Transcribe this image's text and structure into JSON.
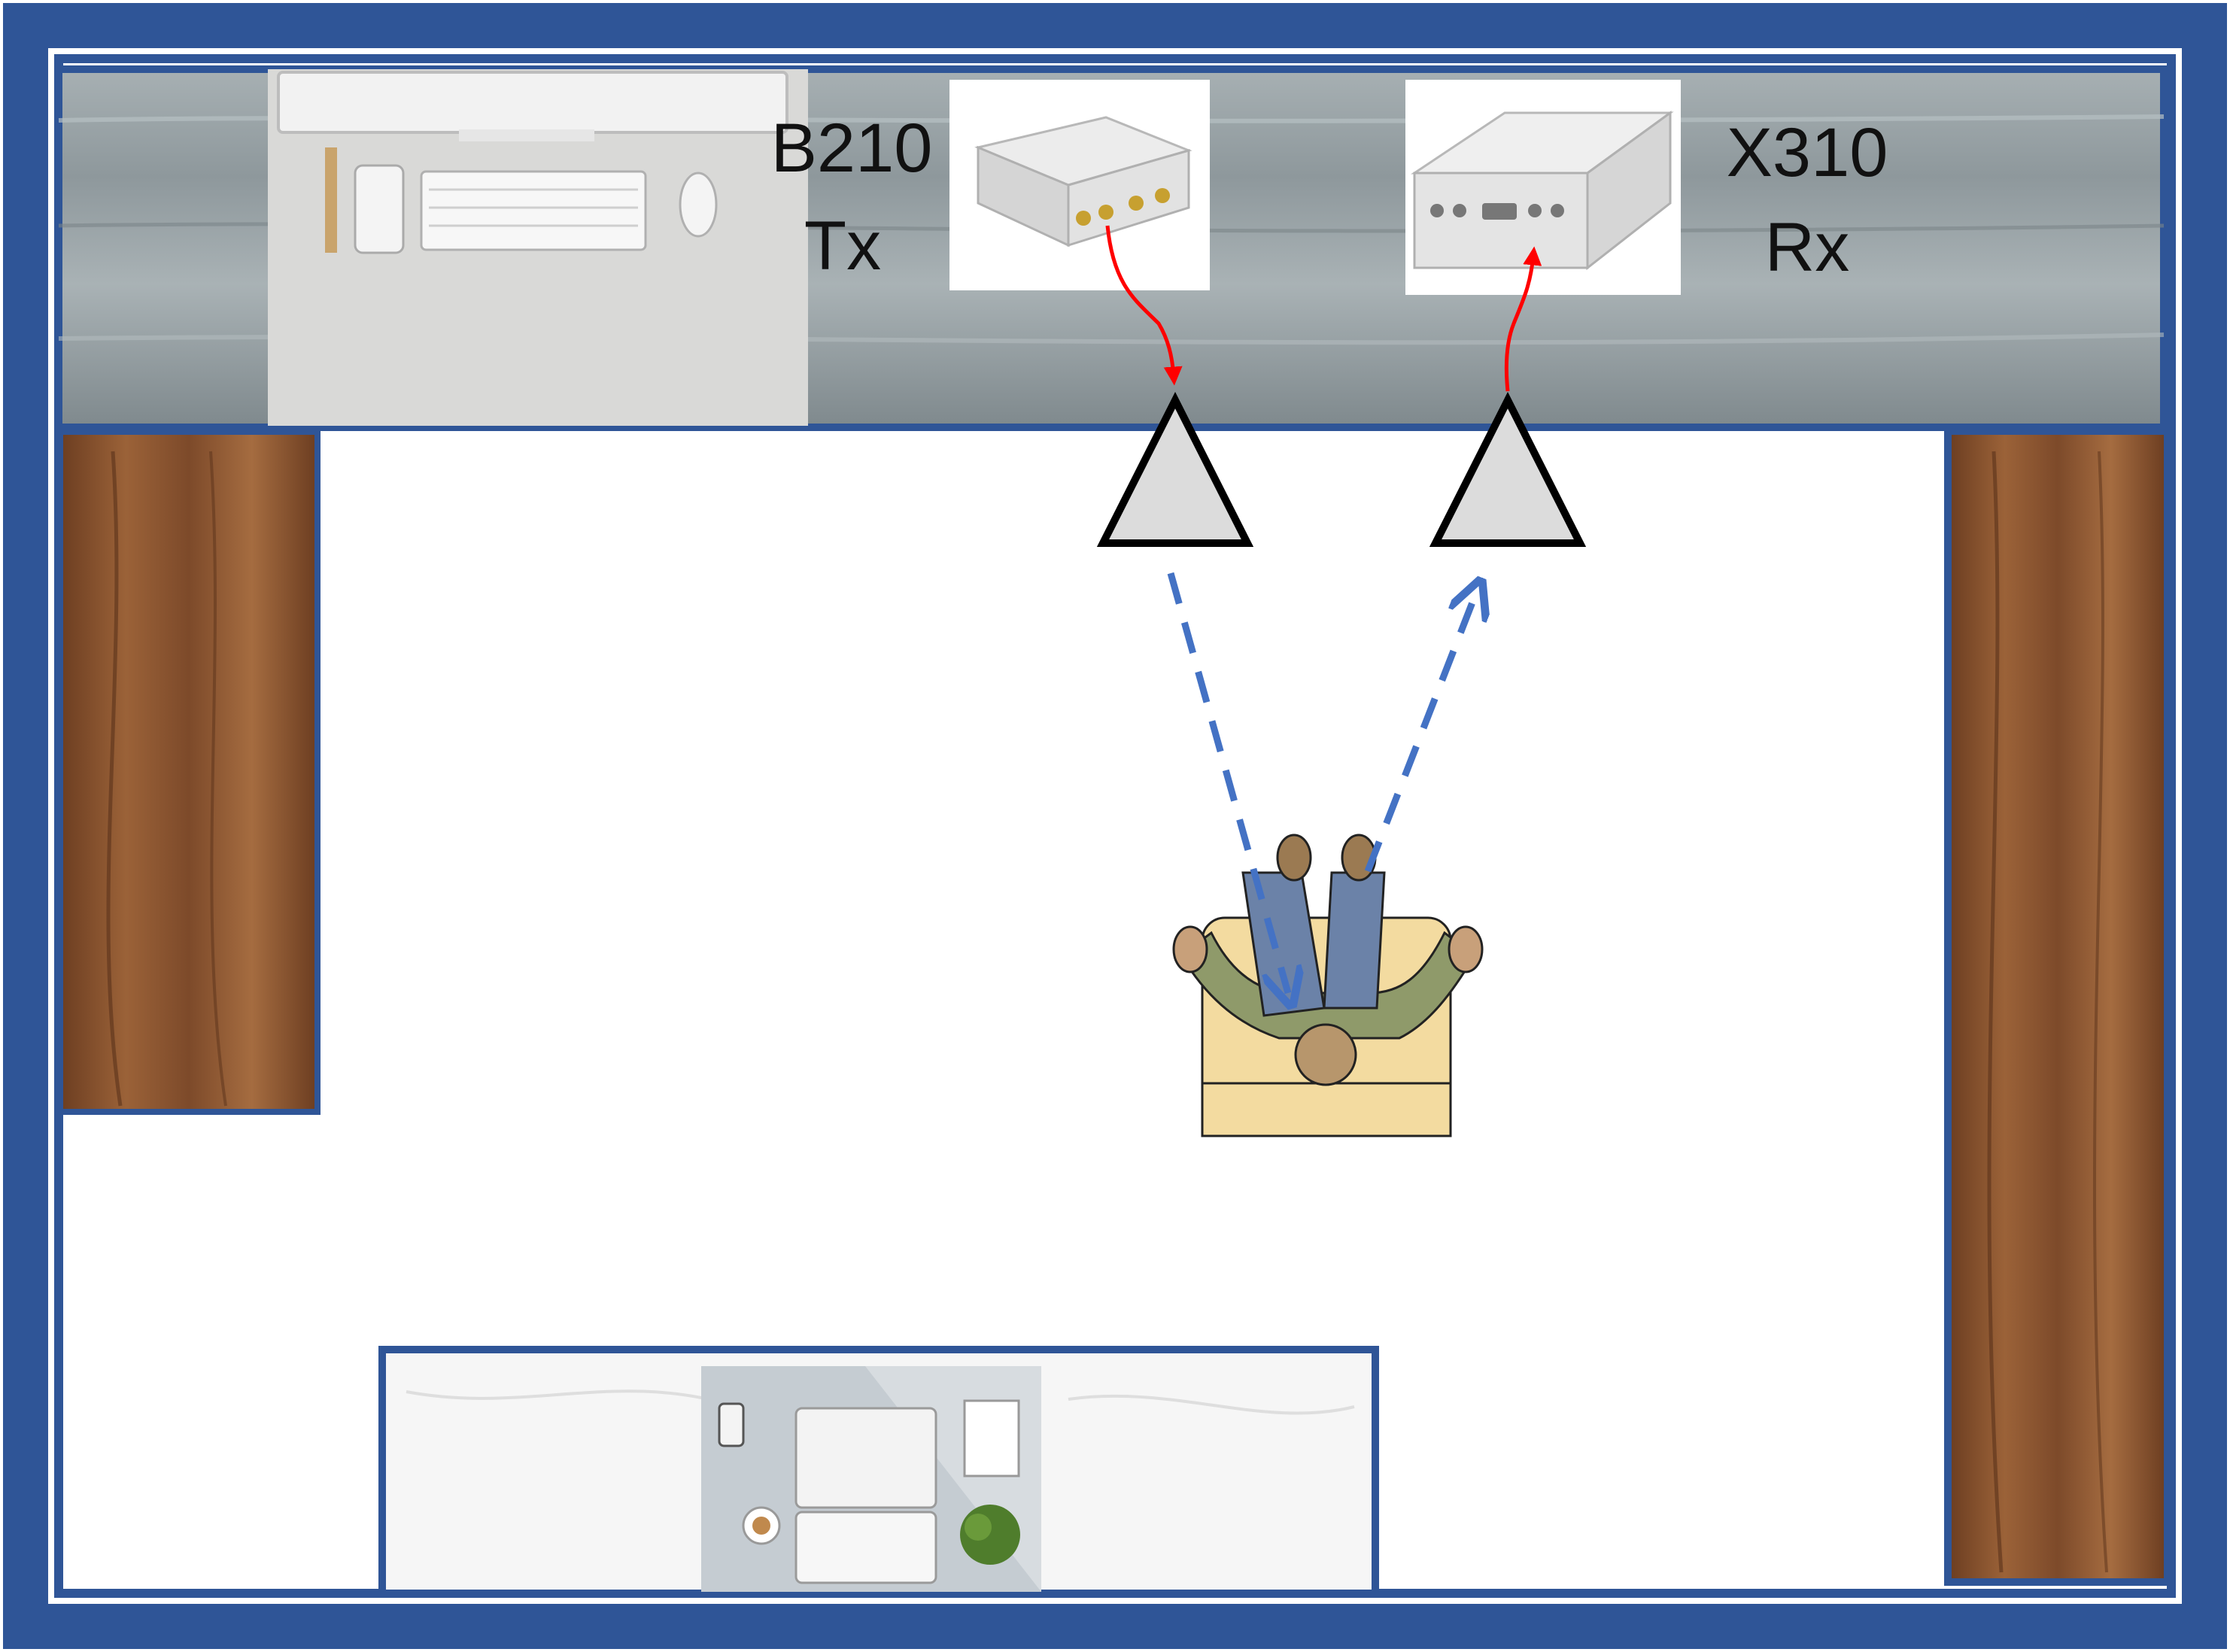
{
  "colors": {
    "frame": "#2f5597",
    "wood": "#8a5532",
    "gray_wood": "#9fa8ac",
    "signal": "#4472c4",
    "cable": "#ff0000",
    "antenna_fill": "#dcdcdc",
    "chair": "#f3dba0",
    "shirt": "#8f9a6a",
    "pants": "#6b82a8"
  },
  "devices": {
    "tx": {
      "line1": "B210",
      "line2": "Tx",
      "icon": "usrp-b210-icon"
    },
    "rx": {
      "line1": "X310",
      "line2": "Rx",
      "icon": "usrp-x310-icon"
    }
  },
  "scene_icons": [
    "desktop-workspace-icon",
    "laptop-workspace-icon",
    "person-in-armchair-icon",
    "tx-antenna-icon",
    "rx-antenna-icon"
  ]
}
